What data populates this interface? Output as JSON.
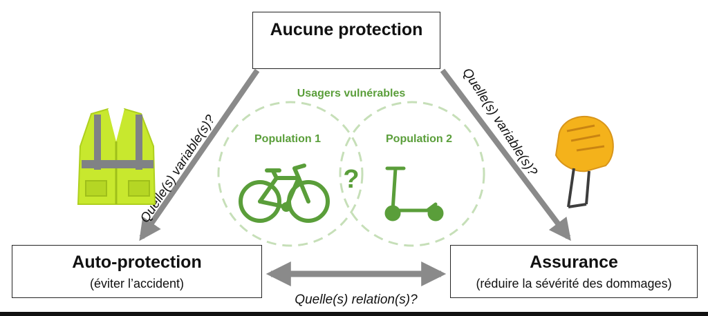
{
  "nodes": {
    "top": {
      "title": "Aucune protection"
    },
    "left": {
      "title": "Auto-protection",
      "subtitle": "(éviter l’accident)"
    },
    "right": {
      "title": "Assurance",
      "subtitle": "(réduire la sévérité des dommages)"
    }
  },
  "edges": {
    "left_label": "Quelle(s) variable(s)?",
    "right_label": "Quelle(s) variable(s)?",
    "bottom_label": "Quelle(s) relation(s)?"
  },
  "venn": {
    "title": "Usagers vulnérables",
    "left_label": "Population 1",
    "right_label": "Population 2",
    "center_mark": "?"
  },
  "icons": {
    "left_image": "safety-vest-icon",
    "right_image": "bike-helmet-icon",
    "population_1": "bicycle-icon",
    "population_2": "kick-scooter-icon"
  },
  "colors": {
    "green": "#5a9e3a",
    "dashed_circle": "#c6dfb8",
    "arrow": "#8a8a8a",
    "vest": "#c8e82e",
    "helmet": "#f4b21b"
  }
}
